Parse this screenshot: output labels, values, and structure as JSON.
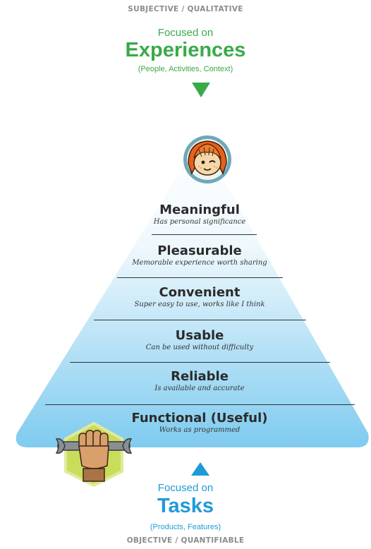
{
  "top": {
    "caption": "SUBJECTIVE / QUALITATIVE",
    "focus_prefix": "Focused on",
    "focus_word": "Experiences",
    "focus_detail": "(People, Activities, Context)",
    "color": "#3aaa49"
  },
  "bottom": {
    "focus_prefix": "Focused on",
    "focus_word": "Tasks",
    "focus_detail": "(Products, Features)",
    "caption": "OBJECTIVE / QUANTIFIABLE",
    "color": "#1f9ad8"
  },
  "levels": [
    {
      "title": "Meaningful",
      "description": "Has personal significance"
    },
    {
      "title": "Pleasurable",
      "description": "Memorable experience worth sharing"
    },
    {
      "title": "Convenient",
      "description": "Super easy to use, works like I think"
    },
    {
      "title": "Usable",
      "description": "Can be used without difficulty"
    },
    {
      "title": "Reliable",
      "description": "Is available and accurate"
    },
    {
      "title": "Functional (Useful)",
      "description": "Works as programmed"
    }
  ],
  "icons": {
    "top": "girl-face-icon",
    "bottom": "fist-wrench-icon"
  }
}
